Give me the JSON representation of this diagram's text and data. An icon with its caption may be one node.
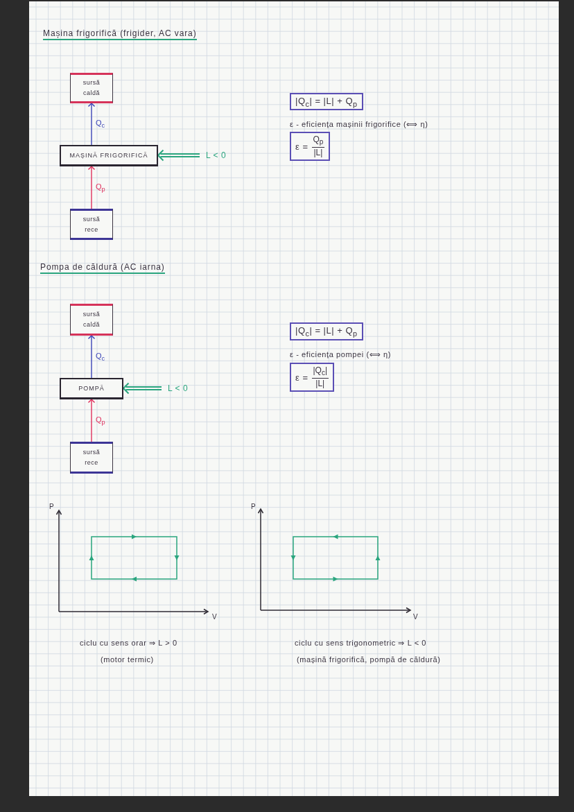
{
  "diagram": {
    "nodes": [
      {
        "text": [
          "sursă caldă"
        ]
      },
      {
        "text": [
          "MAȘINĂ FRIGORIFICĂ"
        ]
      },
      {
        "text": [
          "L < 0"
        ]
      },
      {
        "text": [
          "sursă rece"
        ]
      },
      {
        "text": [
          "|Q$_{c}$| = |L| + Q$_{p}$"
        ]
      },
      {
        "text": [
          "ε =",
          "Q$_{p}$",
          "|L|"
        ]
      },
      {
        "text": [
          "sursă caldă"
        ]
      },
      {
        "text": [
          "POMPĂ"
        ]
      },
      {
        "text": [
          "L < 0"
        ]
      },
      {
        "text": [
          "sursă rece"
        ]
      },
      {
        "text": [
          "|Q$_{c}$| = |L| + Q$_{p}$"
        ]
      },
      {
        "text": [
          "ε =",
          "|Q$_{c}$|",
          "|L|"
        ]
      }
    ],
    "edges": [
      {
        "from": 1,
        "to": 0,
        "arrow": "to",
        "label": "Q$_{c}$",
        "color": "#3d46b8"
      },
      {
        "from": 2,
        "to": 1,
        "arrow": "to",
        "style": "thick",
        "color": "#2aa57e"
      },
      {
        "from": 3,
        "to": 1,
        "arrow": "to",
        "label": "Q$_{p}$",
        "color": "#e0335f"
      },
      {
        "from": 7,
        "to": 6,
        "arrow": "to",
        "label": "Q$_{c}$",
        "color": "#3d46b8"
      },
      {
        "from": 8,
        "to": 7,
        "arrow": "to",
        "style": "thick",
        "color": "#2aa57e"
      },
      {
        "from": 9,
        "to": 7,
        "arrow": "to",
        "label": "Q$_{p}$",
        "color": "#e0335f"
      }
    ],
    "labels": [
      "Mașina frigorifică (frigider, AC vara)",
      "ε - eficiența mașinii frigorifice (⟺ η)",
      "Pompa de căldură (AC iarna)",
      "ε - eficiența pompei (⟺ η)",
      "P",
      "P",
      "V",
      "V",
      "ciclu cu sens orar ⇒ L > 0",
      "ciclu cu sens trigonometric ⇒ L < 0",
      "(motor termic)",
      "(mașină frigorifică, pompă de căldură)"
    ]
  }
}
